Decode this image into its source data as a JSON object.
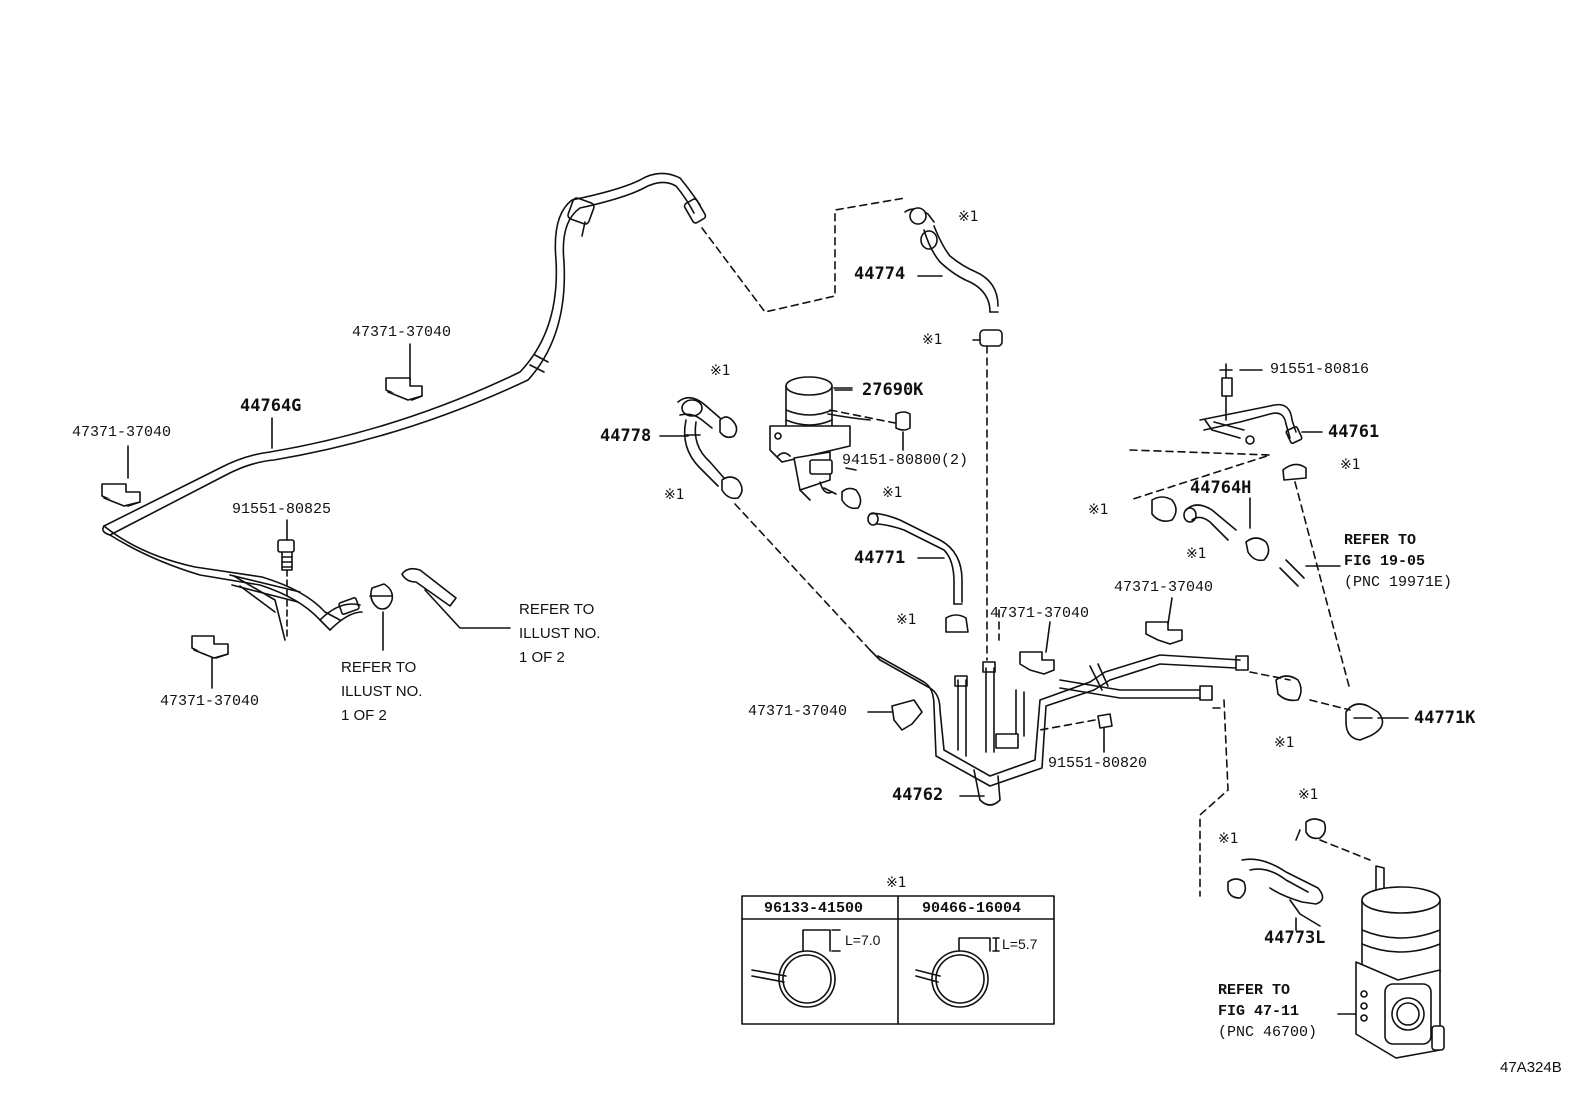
{
  "diagram": {
    "figure_id": "47A324B",
    "mark": "※1",
    "parts": {
      "p44764G": "44764G",
      "p44774": "44774",
      "p27690K": "27690K",
      "p44778": "44778",
      "p44771": "44771",
      "p44761": "44761",
      "p44764H": "44764H",
      "p44771K": "44771K",
      "p44762": "44762",
      "p44773L": "44773L",
      "bolt_80816": "91551-80816",
      "bolt_80825": "91551-80825",
      "bolt_80820": "91551-80820",
      "nut_80800": "94151-80800(2)",
      "clamp_37040": "47371-37040"
    },
    "references": {
      "illust_a": [
        "REFER TO",
        "ILLUST NO.",
        "1 OF 2"
      ],
      "illust_b": [
        "REFER TO",
        "ILLUST NO.",
        "1 OF 2"
      ],
      "fig_1905": [
        "REFER TO",
        "FIG 19-05",
        "(PNC 19971E)"
      ],
      "fig_4711": [
        "REFER TO",
        "FIG 47-11",
        "(PNC 46700)"
      ]
    },
    "clip_table": {
      "title": "※1",
      "columns": [
        {
          "part": "96133-41500",
          "dim": "L=7.0"
        },
        {
          "part": "90466-16004",
          "dim": "L=5.7"
        }
      ]
    }
  }
}
